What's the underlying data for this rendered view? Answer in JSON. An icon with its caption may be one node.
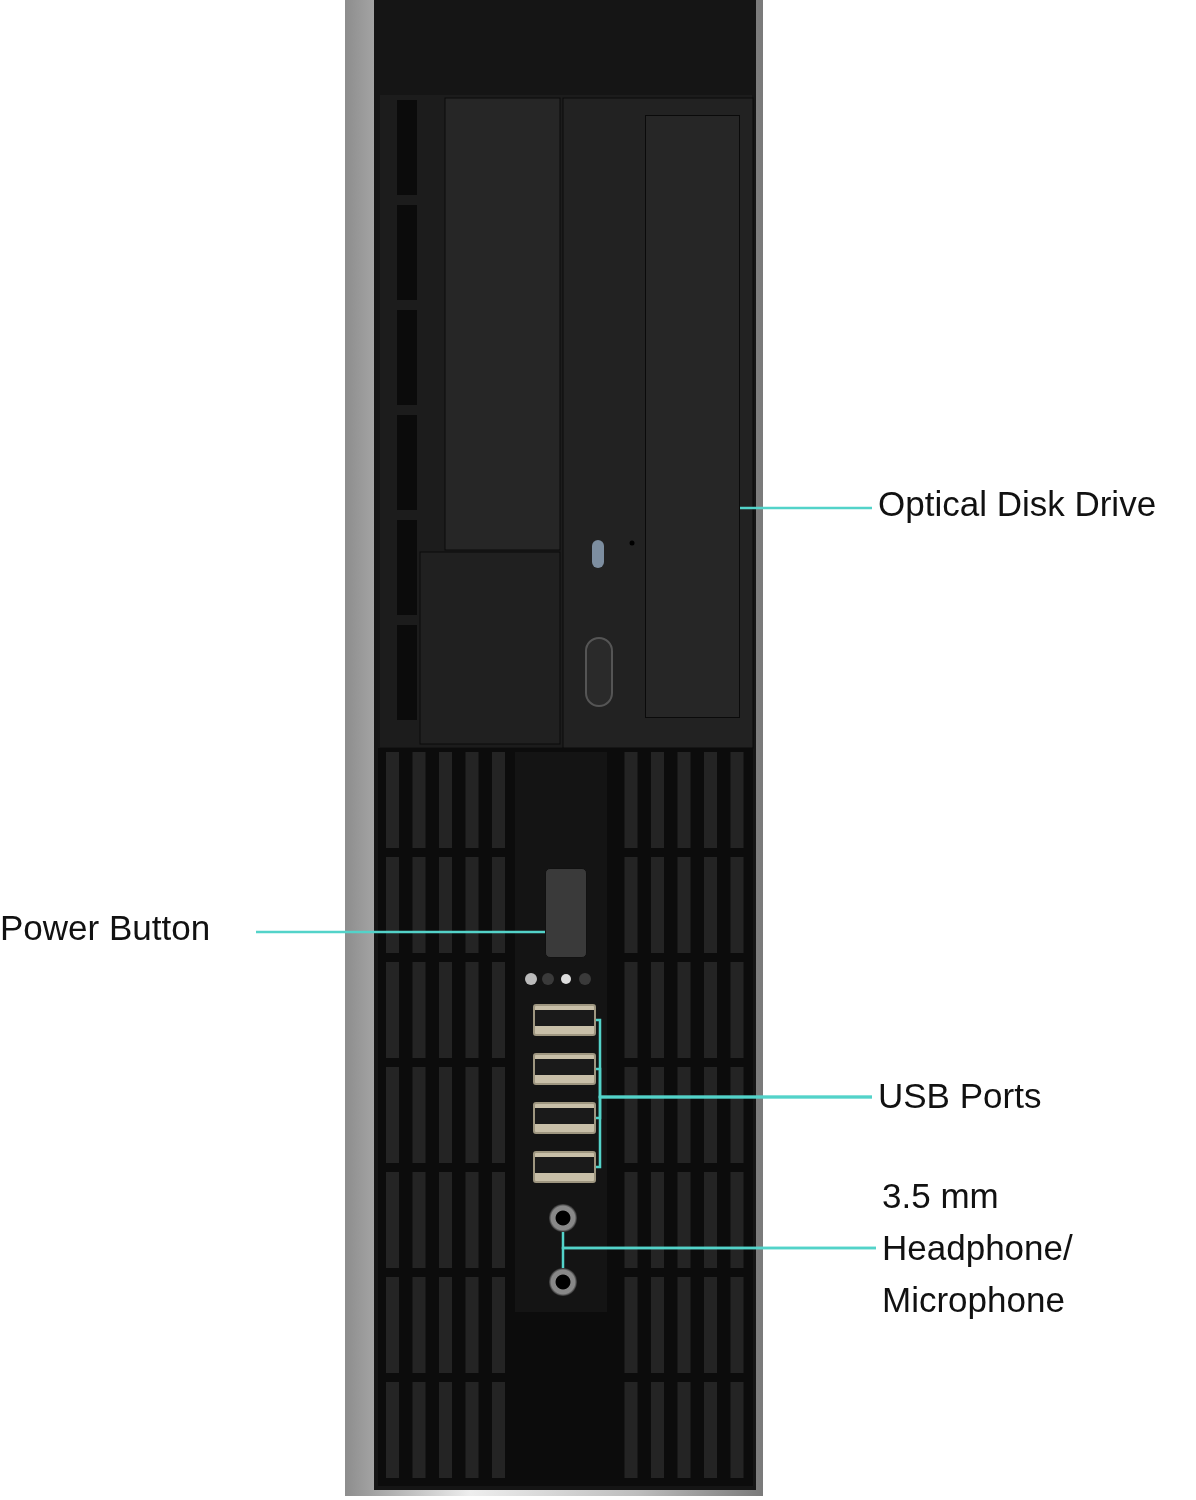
{
  "diagram": {
    "nodes": [
      {
        "text": [],
        "shape": "box"
      },
      {
        "text": [
          "Optical Disk Drive"
        ]
      },
      {
        "text": [],
        "shape": "box"
      },
      {
        "text": [
          "Power Button"
        ]
      },
      {
        "text": [],
        "shape": "box"
      },
      {
        "text": [],
        "shape": "box"
      },
      {
        "text": [],
        "shape": "box"
      },
      {
        "text": [],
        "shape": "box"
      },
      {
        "text": [
          "USB Ports"
        ]
      },
      {
        "text": [],
        "shape": "circle"
      },
      {
        "text": [],
        "shape": "circle"
      },
      {
        "text": [
          "3.5 mm Headphone/ Microphone"
        ]
      }
    ],
    "edges": [
      {
        "from": 1,
        "to": 0,
        "arrow": "none"
      },
      {
        "from": 3,
        "to": 2,
        "arrow": "none"
      },
      {
        "from": 8,
        "to": 4,
        "arrow": "none"
      },
      {
        "from": 8,
        "to": 5,
        "arrow": "none"
      },
      {
        "from": 8,
        "to": 6,
        "arrow": "none"
      },
      {
        "from": 8,
        "to": 7,
        "arrow": "none"
      },
      {
        "from": 11,
        "to": 9,
        "arrow": "none"
      },
      {
        "from": 11,
        "to": 10,
        "arrow": "none"
      }
    ]
  }
}
